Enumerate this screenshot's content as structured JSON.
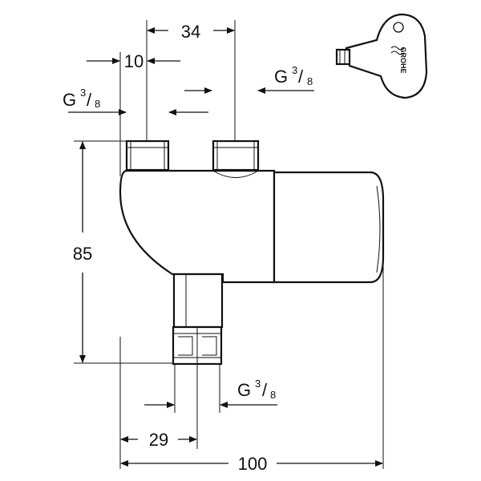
{
  "dimensions": {
    "top_width": "34",
    "top_offset": "10",
    "height": "85",
    "bottom_offset": "29",
    "overall_width": "100"
  },
  "threads": {
    "top_left": {
      "main": "G",
      "num": "3",
      "slash": "/",
      "den": "8"
    },
    "top_right": {
      "main": "G",
      "num": "3",
      "slash": "/",
      "den": "8"
    },
    "bottom": {
      "main": "G",
      "num": "3",
      "slash": "/",
      "den": "8"
    }
  },
  "key": {
    "brand": "GROHE"
  }
}
